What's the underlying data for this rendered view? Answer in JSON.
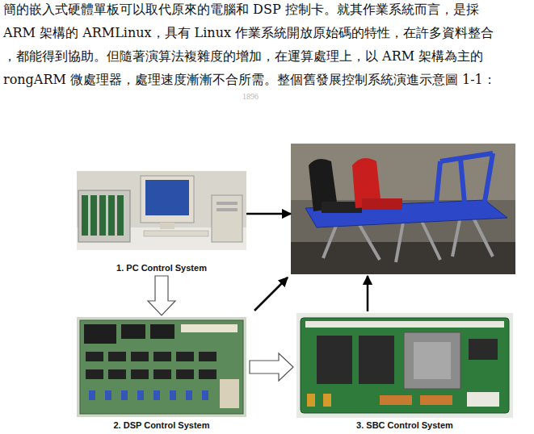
{
  "diagram": {
    "nodes": [
      {
        "text": [
          "1. PC Control System"
        ]
      },
      {
        "text": []
      },
      {
        "text": [
          "2. DSP Control System"
        ]
      },
      {
        "text": [
          "3. SBC Control System"
        ]
      }
    ],
    "edges": [
      {
        "from": 0,
        "to": 1,
        "arrow": "to"
      },
      {
        "from": 0,
        "to": 2,
        "arrow": "to"
      },
      {
        "from": 2,
        "to": 3,
        "arrow": "to"
      },
      {
        "from": 2,
        "to": 1,
        "arrow": "to"
      },
      {
        "from": 3,
        "to": 1,
        "arrow": "to"
      }
    ],
    "labels": [
      "簡的嵌入式硬體單板可以取代原來的電腦和 DSP 控制卡。就其作業系統而言，是採",
      "ARM 架構的 ARMLinux，具有 Linux 作業系統開放原始碼的特性，在許多資料整合",
      "，都能得到協助。但隨著演算法複雜度的增加，在運算處理上，以 ARM 架構為主的",
      "rongARM 微處理器，處理速度漸漸不合所需。整個舊發展控制系統演進示意圖 1-1：",
      "1896"
    ]
  }
}
